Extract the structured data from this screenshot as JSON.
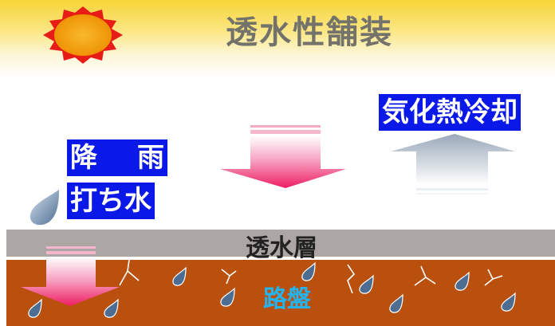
{
  "title": "透水性舗装",
  "labels": {
    "evaporative_cooling": "気化熱冷却",
    "rain": "降 雨",
    "water_sprinkling": "打ち水",
    "permeable_layer": "透水層",
    "roadbed": "路盤"
  },
  "colors": {
    "label_box": "#0a18e8",
    "title_text": "#74736b",
    "permeable_layer": "#aca6a4",
    "roadbed": "#b9500e",
    "roadbed_text": "#24b4f0",
    "sun": "#f2a20d",
    "sun_rays": "#e81c16",
    "heat_arrow": "#ee2a6a",
    "cooling_arrow": "#aebaca",
    "water_drop": "#4d6d92"
  },
  "icons": [
    "sun-icon",
    "water-drop-icon",
    "crack-icon",
    "down-arrow-icon",
    "up-arrow-icon"
  ]
}
